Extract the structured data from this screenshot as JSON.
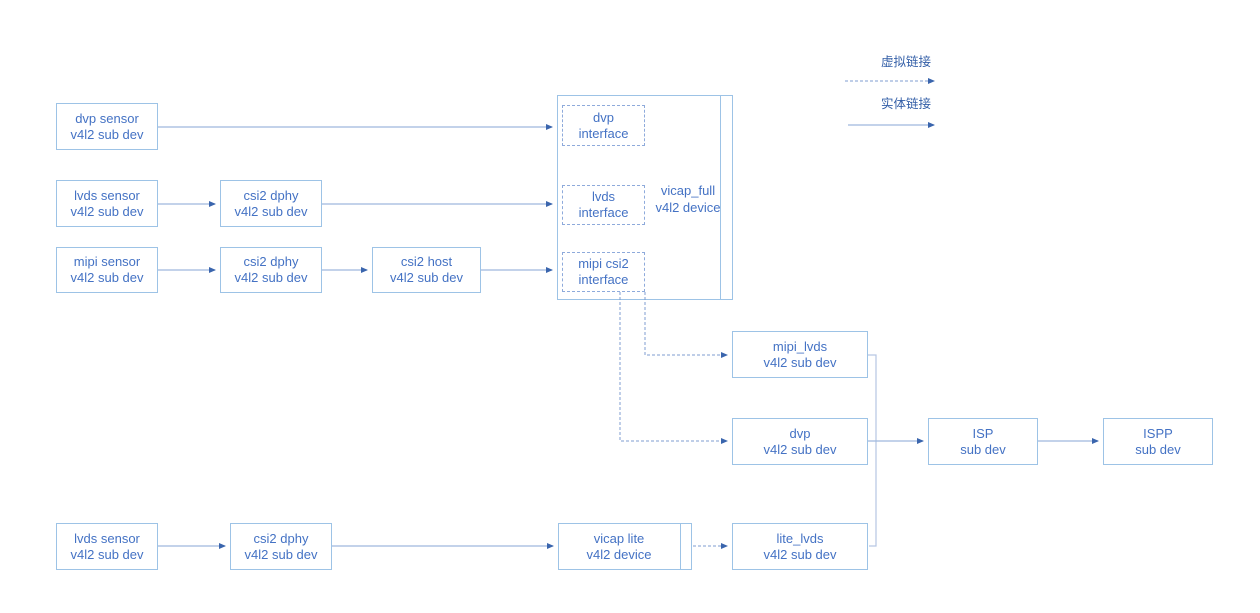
{
  "legend": {
    "virtual_link": "虚拟链接",
    "physical_link": "实体链接"
  },
  "colors": {
    "accent_text": "#4472c4",
    "box_border": "#9dc3e6",
    "dashed_box_border": "#8eaadb",
    "solid_link": "#9fb8de",
    "virtual_link": "#7f9cd0",
    "elbow_link": "#b6c6e3",
    "arrowhead": "#3a65ad",
    "background": "#ffffff"
  },
  "nodes": {
    "dvp_sensor": "dvp sensor\nv4l2 sub dev",
    "lvds_sensor": "lvds sensor\nv4l2 sub dev",
    "mipi_sensor": "mipi sensor\nv4l2 sub dev",
    "csi2_dphy_lvds": "csi2 dphy\nv4l2 sub dev",
    "csi2_dphy_mipi": "csi2 dphy\nv4l2 sub dev",
    "csi2_host": "csi2 host\nv4l2 sub dev",
    "dvp_interface": "dvp\ninterface",
    "lvds_interface": "lvds\ninterface",
    "mipi_csi2_interface": "mipi csi2\ninterface",
    "vicap_full": "vicap_full\nv4l2 device",
    "mipi_lvds": "mipi_lvds\nv4l2 sub dev",
    "dvp_subdev": "dvp\nv4l2 sub dev",
    "isp": "ISP\nsub dev",
    "ispp": "ISPP\nsub dev",
    "lvds_sensor_lite": "lvds sensor\nv4l2 sub dev",
    "csi2_dphy_lite": "csi2 dphy\nv4l2 sub dev",
    "vicap_lite": "vicap lite\nv4l2 device",
    "lite_lvds": "lite_lvds\nv4l2 sub dev"
  }
}
